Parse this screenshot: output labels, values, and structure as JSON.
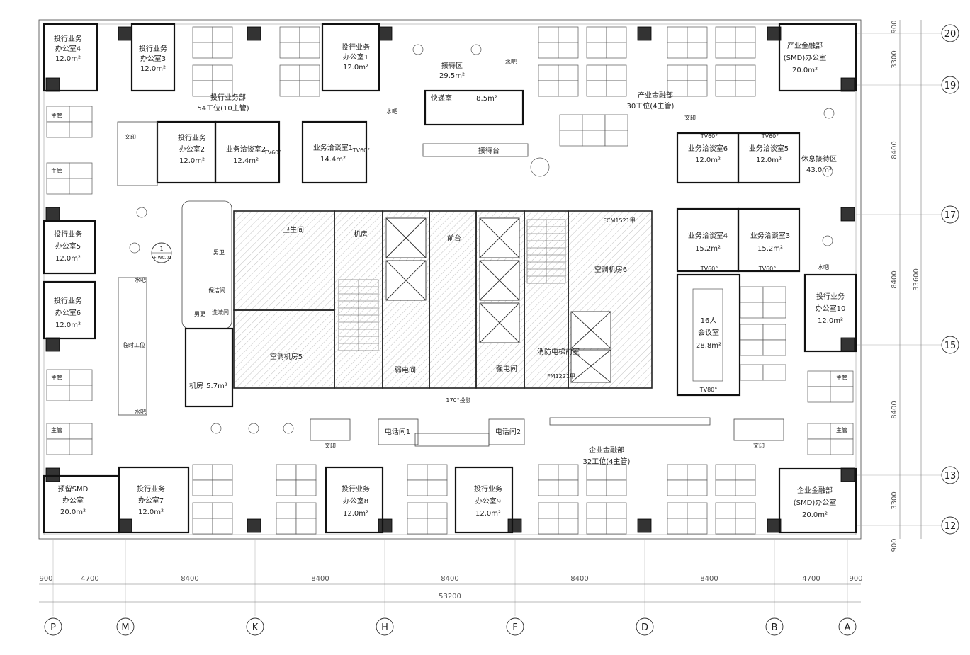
{
  "rooms": [
    {
      "id": "ib4",
      "name": "投行业务",
      "sub": "办公室4",
      "area": "12.0m²"
    },
    {
      "id": "ib3",
      "name": "投行业务",
      "sub": "办公室3",
      "area": "12.0m²"
    },
    {
      "id": "ib1",
      "name": "投行业务",
      "sub": "办公室1",
      "area": "12.0m²"
    },
    {
      "id": "reception",
      "name": "接待区",
      "area": "29.5m²"
    },
    {
      "id": "waterbar1",
      "name": "水吧"
    },
    {
      "id": "courier",
      "name": "快递室",
      "area": "8.5m²"
    },
    {
      "id": "frontdesk",
      "name": "接待台"
    },
    {
      "id": "ib-dept",
      "name": "投行业务部",
      "area": "54工位(10主管)"
    },
    {
      "id": "ind-fin-dept",
      "name": "产业金融部",
      "area": "30工位(4主管)"
    },
    {
      "id": "smd-top",
      "name": "产业金融部",
      "sub": "(SMD)办公室",
      "area": "20.0m²"
    },
    {
      "id": "ib2",
      "name": "投行业务",
      "sub": "办公室2",
      "area": "12.0m²"
    },
    {
      "id": "nego2",
      "name": "业务洽谈室2",
      "area": "12.4m²"
    },
    {
      "id": "nego1",
      "name": "业务洽谈室1",
      "area": "14.4m²"
    },
    {
      "id": "nego6",
      "name": "业务洽谈室6",
      "area": "12.0m²"
    },
    {
      "id": "nego5",
      "name": "业务洽谈室5",
      "area": "12.0m²"
    },
    {
      "id": "lounge",
      "name": "休息接待区",
      "area": "43.0m²"
    },
    {
      "id": "ib5",
      "name": "投行业务",
      "sub": "办公室5",
      "area": "12.0m²"
    },
    {
      "id": "ib6",
      "name": "投行业务",
      "sub": "办公室6",
      "area": "12.0m²"
    },
    {
      "id": "toilet",
      "name": "卫生间"
    },
    {
      "id": "machine1",
      "name": "机房"
    },
    {
      "id": "frontpoint",
      "name": "前台"
    },
    {
      "id": "ac6",
      "name": "空调机房6"
    },
    {
      "id": "nego4",
      "name": "业务洽谈室4",
      "area": "15.2m²"
    },
    {
      "id": "nego3",
      "name": "业务洽谈室3",
      "area": "15.2m²"
    },
    {
      "id": "meeting16",
      "name": "16人",
      "sub": "会议室",
      "area": "28.8m²"
    },
    {
      "id": "ib10",
      "name": "投行业务",
      "sub": "办公室10",
      "area": "12.0m²"
    },
    {
      "id": "ac5",
      "name": "空调机房5"
    },
    {
      "id": "weak",
      "name": "弱电间"
    },
    {
      "id": "strong",
      "name": "强电间"
    },
    {
      "id": "fire-lobby",
      "name": "消防电梯前室"
    },
    {
      "id": "machine2",
      "name": "机房",
      "area": "5.7m²"
    },
    {
      "id": "phone1",
      "name": "电话间1"
    },
    {
      "id": "phone2",
      "name": "电话间2"
    },
    {
      "id": "corp-fin-dept",
      "name": "企业金融部",
      "area": "32工位(4主管)"
    },
    {
      "id": "reserved-smd",
      "name": "预留SMD",
      "sub": "办公室",
      "area": "20.0m²"
    },
    {
      "id": "ib7",
      "name": "投行业务",
      "sub": "办公室7",
      "area": "12.0m²"
    },
    {
      "id": "ib8",
      "name": "投行业务",
      "sub": "办公室8",
      "area": "12.0m²"
    },
    {
      "id": "ib9",
      "name": "投行业务",
      "sub": "办公室9",
      "area": "12.0m²"
    },
    {
      "id": "smd-bottom",
      "name": "企业金融部",
      "sub": "(SMD)办公室",
      "area": "20.0m²"
    }
  ],
  "small_labels": {
    "print": "文印",
    "tv60": "TV60°",
    "tv80": "TV80°",
    "tv60s": "TV60°",
    "waterbar": "水吧",
    "temp": "临时工位",
    "male": "男卫",
    "male2": "男更",
    "clean": "保洁间",
    "wash": "洗漱间",
    "manager": "主管",
    "proj": "170°投影",
    "fcm": "FCM1521甲",
    "fm": "FM1221甲",
    "detail_num": "1",
    "detail_ref": "FF-WC.01"
  },
  "axes_bottom": [
    "P",
    "M",
    "K",
    "H",
    "F",
    "D",
    "B",
    "A"
  ],
  "axes_right": [
    "20",
    "19",
    "17",
    "15",
    "13",
    "12"
  ],
  "dims_bottom": [
    "900",
    "4700",
    "8400",
    "8400",
    "8400",
    "8400",
    "8400",
    "4700",
    "900"
  ],
  "dim_total_bottom": "53200",
  "dims_right": [
    "900",
    "3300",
    "8400",
    "8400",
    "8400",
    "3300",
    "900"
  ],
  "dim_total_right": "33600"
}
